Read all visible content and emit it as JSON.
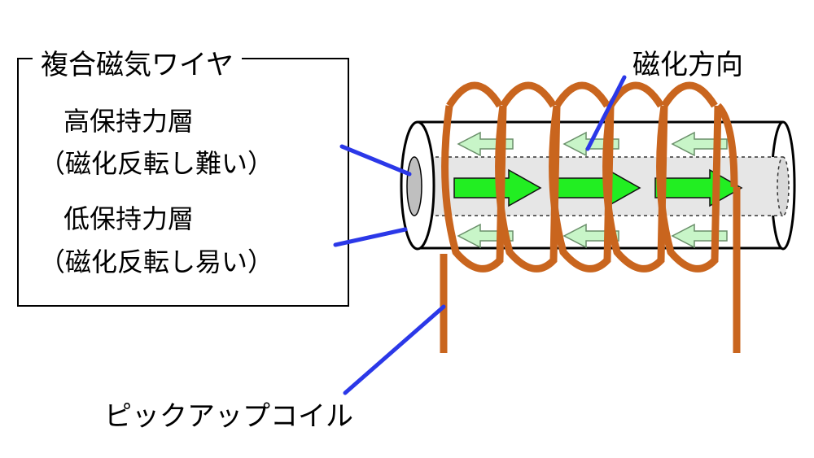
{
  "legend_box": {
    "title": "複合磁気ワイヤ",
    "items": [
      {
        "name": "高保持力層",
        "note": "（磁化反転し難い）"
      },
      {
        "name": "低保持力層",
        "note": "（磁化反転し易い）"
      }
    ]
  },
  "labels": {
    "magnetization_direction": "磁化方向",
    "pickup_coil": "ピックアップコイル"
  },
  "colors": {
    "coil": "#c9651e",
    "leader_line": "#2b38e8",
    "core_arrow": "#22ee22",
    "shell_arrow": "#c8f5c8",
    "inner_core": "#d9d9d9"
  }
}
